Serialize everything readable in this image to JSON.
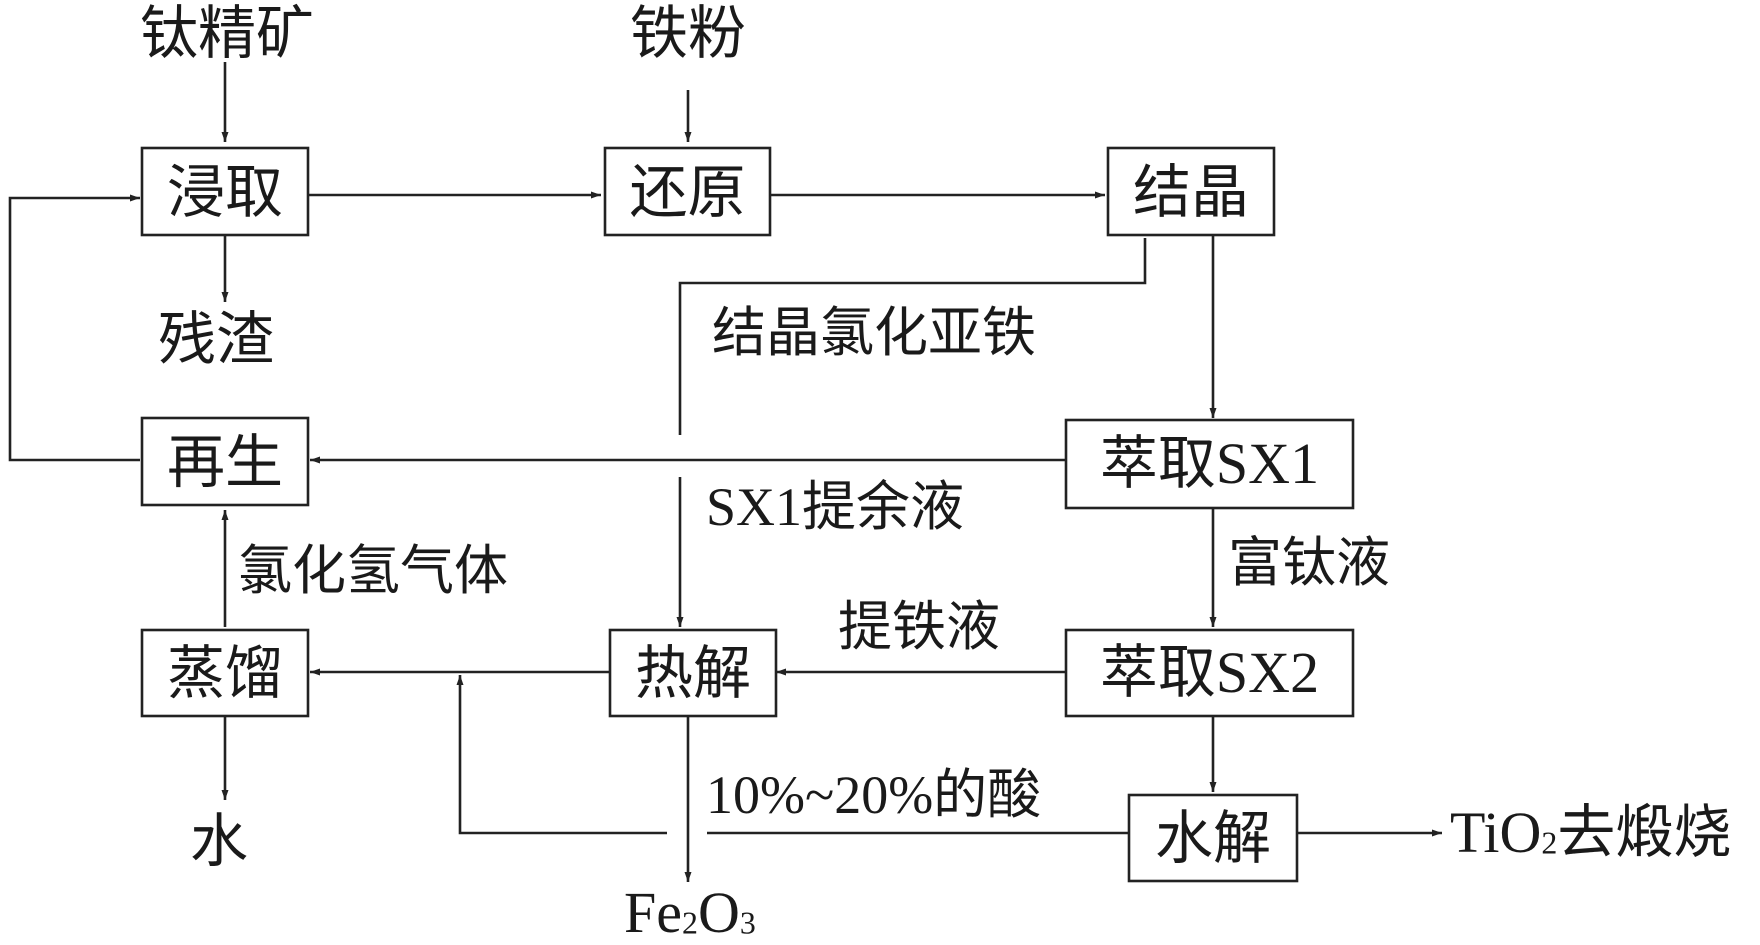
{
  "inputs": {
    "titanium_concentrate": "钛精矿",
    "iron_powder": "铁粉"
  },
  "boxes": {
    "leach": "浸取",
    "reduce": "还原",
    "crystallize": "结晶",
    "regenerate": "再生",
    "extract_sx1": "萃取SX1",
    "pyrolysis": "热解",
    "extract_sx2": "萃取SX2",
    "distill": "蒸馏",
    "hydrolysis": "水解"
  },
  "labels": {
    "residue": "残渣",
    "ferrous_chloride": "结晶氯化亚铁",
    "sx1_raffinate": "SX1提余液",
    "titanium_rich": "富钛液",
    "hcl_gas": "氯化氢气体",
    "iron_strip": "提铁液",
    "water": "水",
    "acid": "10%~20%的酸",
    "fe2o3_a": "Fe",
    "fe2o3_sub1": "2",
    "fe2o3_b": "O",
    "fe2o3_sub2": "3",
    "tio2_a": "TiO",
    "tio2_sub": "2",
    "tio2_b": "去煅烧"
  }
}
